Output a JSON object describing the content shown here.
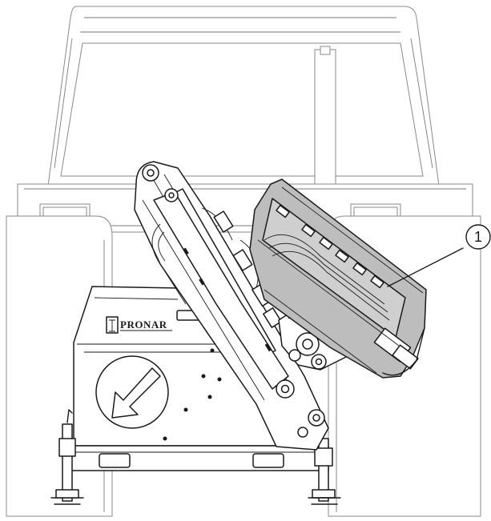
{
  "diagram": {
    "brand_label": "PRONAR",
    "brand_sub_label": "",
    "callouts": [
      {
        "number": "1",
        "target": "folded-grapple-unit"
      }
    ],
    "colors": {
      "line": "#1a1a1a",
      "background_line": "#8a8a8a",
      "highlight_fill": "#bdbdbd",
      "paper": "#ffffff"
    },
    "icons": [
      "arrow-icon",
      "pronar-logo-icon"
    ]
  }
}
